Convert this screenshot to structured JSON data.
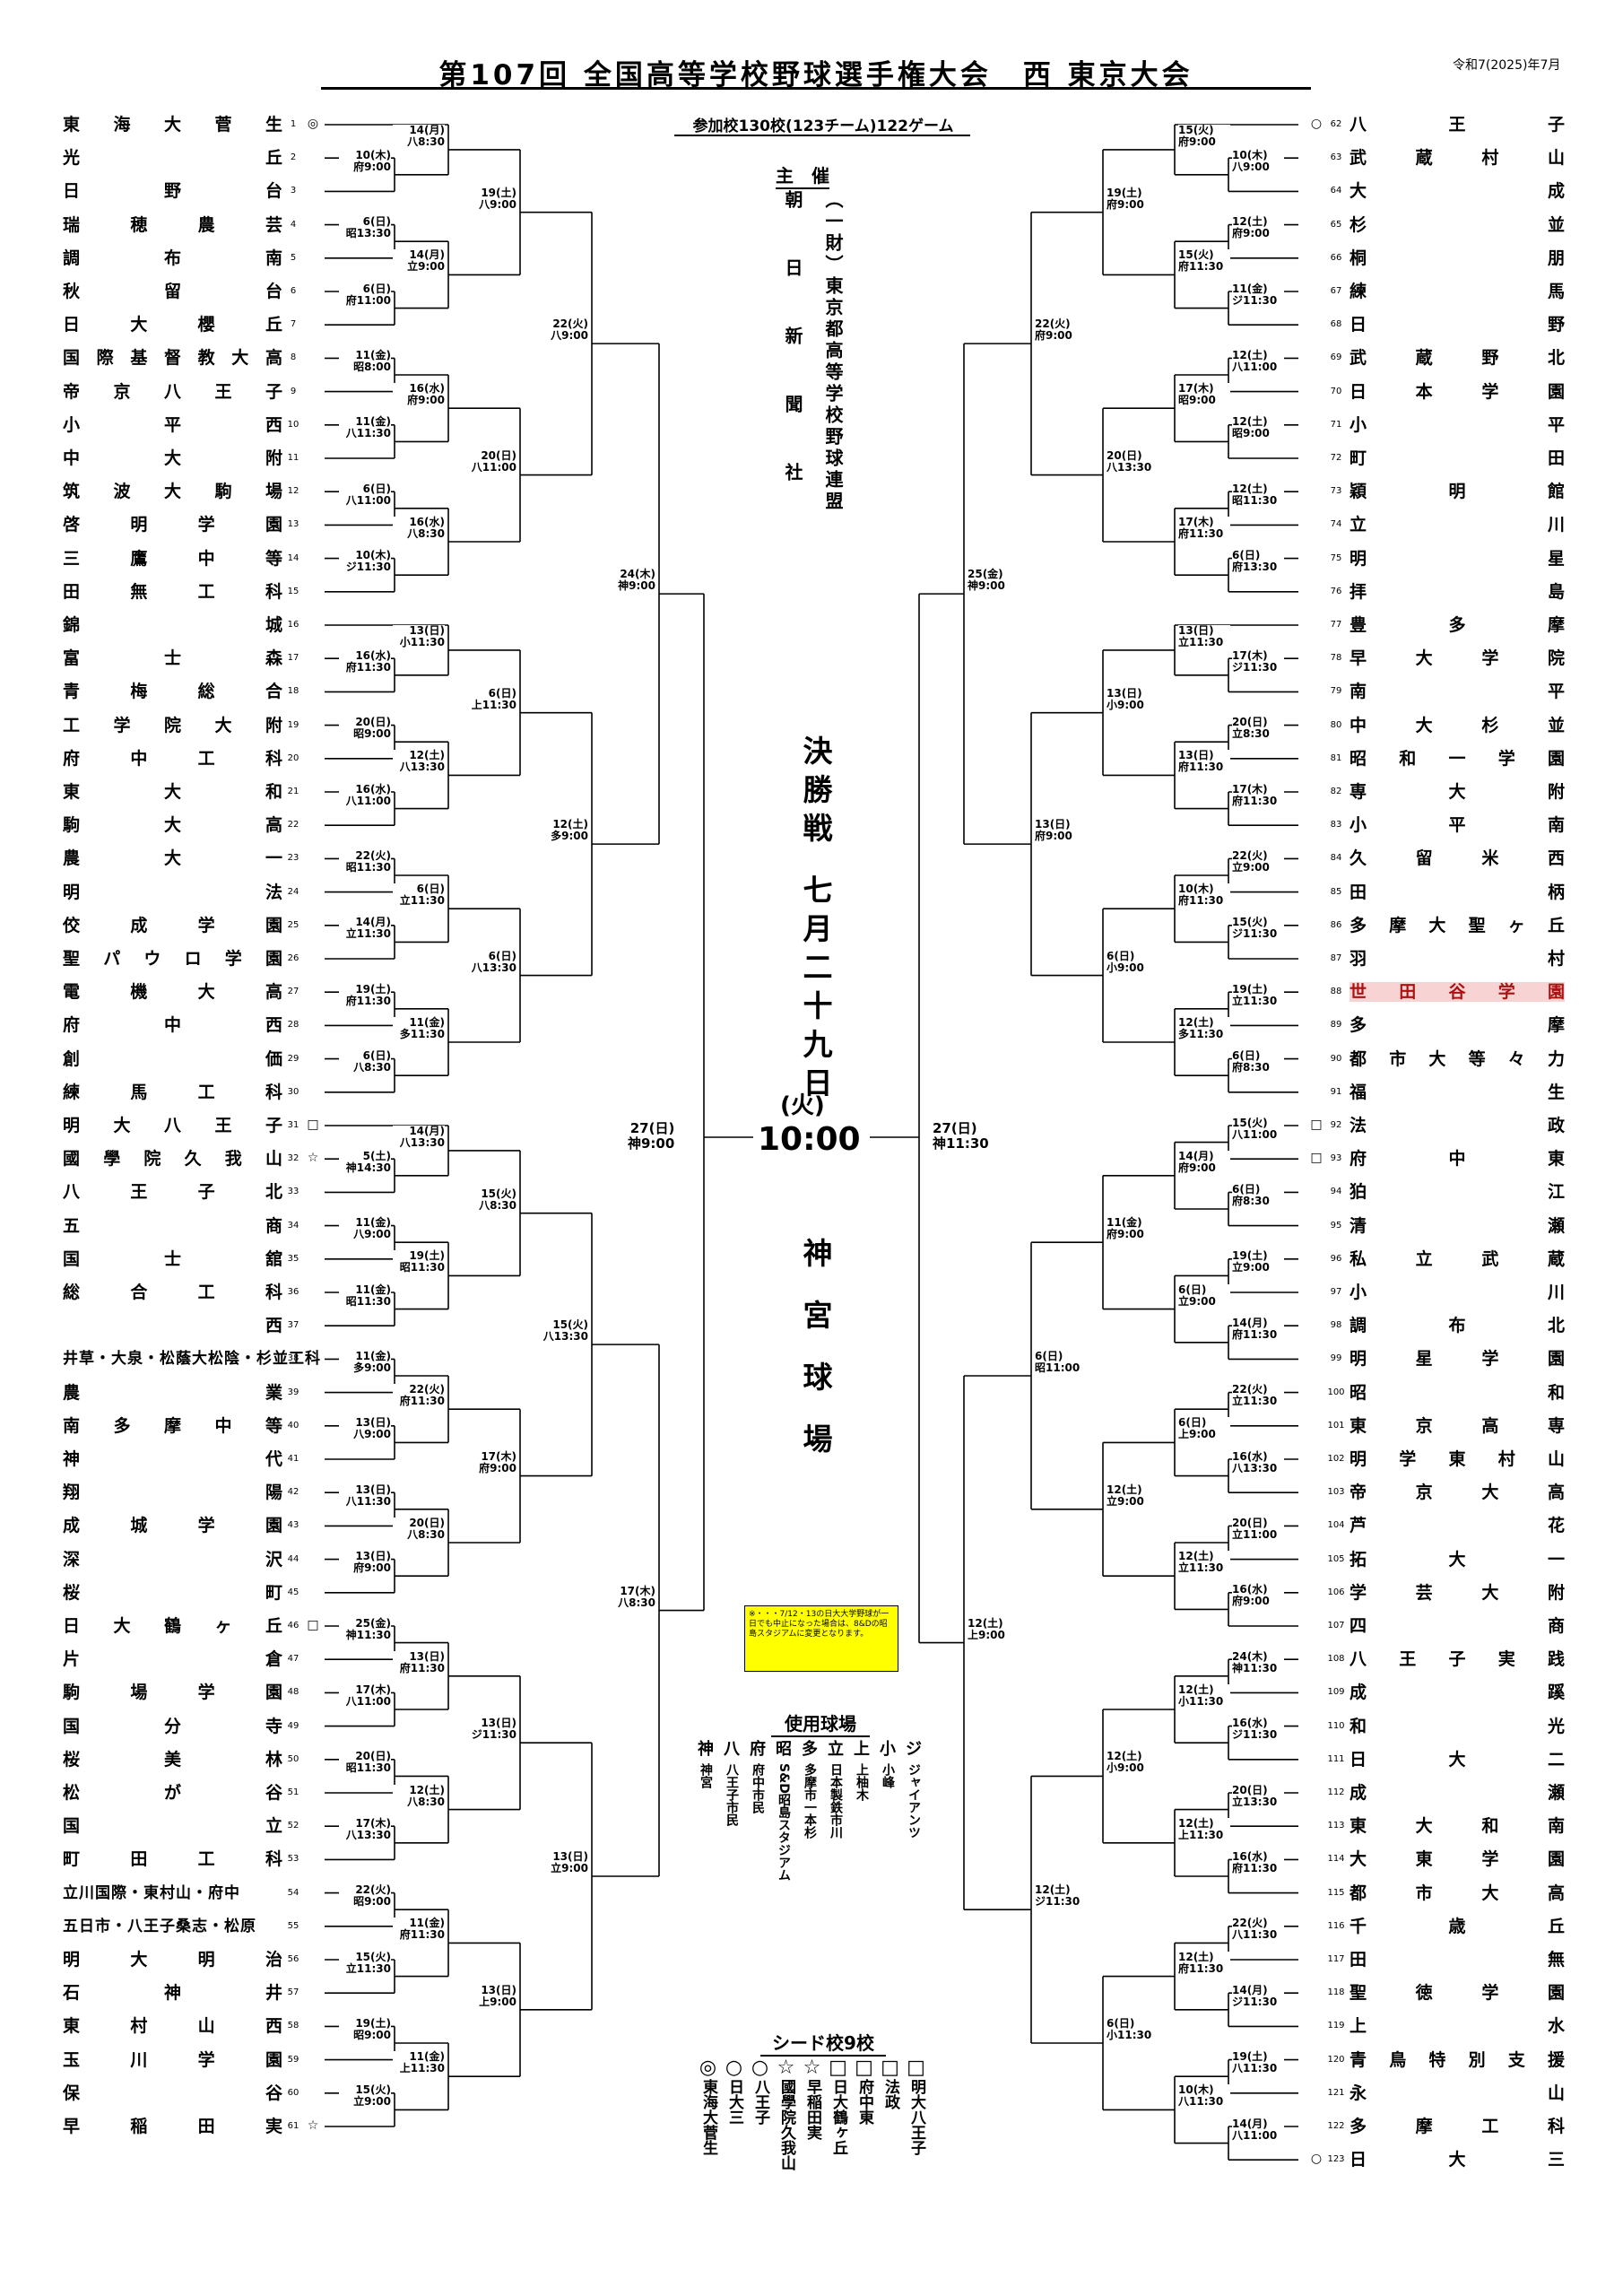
{
  "title": "第107回 全国高等学校野球選手権大会　西 東京大会",
  "date_issued": "令和7(2025)年7月",
  "participants": "参加校130校(123チーム)122ゲーム",
  "organizer": {
    "heading": "主　催",
    "col1": "朝　日　新　聞　社",
    "col2": "（一財）東京都高等学校野球連盟"
  },
  "final": {
    "label": "決勝戦",
    "date": "七月二十九日",
    "dow": "(火)",
    "time": "10:00",
    "venue": "神宮球場",
    "left_label": "27(日)\n神9:00",
    "right_label": "27(日)\n神11:30"
  },
  "note": "※・・・7/12・13の日大大学野球が一日でも中止になった場合は、8&Dの昭島スタジアムに変更となります。",
  "venues_title": "使用球場",
  "venues": [
    {
      "abbr": "神",
      "name": "神宮"
    },
    {
      "abbr": "八",
      "name": "八王子市民"
    },
    {
      "abbr": "府",
      "name": "府中市民"
    },
    {
      "abbr": "昭",
      "name": "S&D昭島スタジアム"
    },
    {
      "abbr": "多",
      "name": "多摩市一本杉"
    },
    {
      "abbr": "立",
      "name": "日本製鉄市川"
    },
    {
      "abbr": "上",
      "name": "上柚木"
    },
    {
      "abbr": "小",
      "name": "小峰"
    },
    {
      "abbr": "ジ",
      "name": "ジャイアンツ"
    }
  ],
  "seeds_title": "シード校9校",
  "seeds": [
    {
      "mark": "◎",
      "name": "東海大菅生"
    },
    {
      "mark": "○",
      "name": "日大三"
    },
    {
      "mark": "○",
      "name": "八王子"
    },
    {
      "mark": "☆",
      "name": "國學院久我山"
    },
    {
      "mark": "☆",
      "name": "早稲田実"
    },
    {
      "mark": "□",
      "name": "日大鶴ヶ丘"
    },
    {
      "mark": "□",
      "name": "府中東"
    },
    {
      "mark": "□",
      "name": "法政"
    },
    {
      "mark": "□",
      "name": "明大八王子"
    }
  ],
  "left_teams": [
    {
      "n": "1",
      "name": "東海大菅生",
      "mark": "◎"
    },
    {
      "n": "2",
      "name": "光丘"
    },
    {
      "n": "3",
      "name": "日野台"
    },
    {
      "n": "4",
      "name": "瑞穂農芸"
    },
    {
      "n": "5",
      "name": "調布南"
    },
    {
      "n": "6",
      "name": "秋留台"
    },
    {
      "n": "7",
      "name": "日大櫻丘"
    },
    {
      "n": "8",
      "name": "国際基督教大高"
    },
    {
      "n": "9",
      "name": "帝京八王子"
    },
    {
      "n": "10",
      "name": "小平西"
    },
    {
      "n": "11",
      "name": "中大附"
    },
    {
      "n": "12",
      "name": "筑波大駒場"
    },
    {
      "n": "13",
      "name": "啓明学園"
    },
    {
      "n": "14",
      "name": "三鷹中等"
    },
    {
      "n": "15",
      "name": "田無工科"
    },
    {
      "n": "16",
      "name": "錦城"
    },
    {
      "n": "17",
      "name": "富士森"
    },
    {
      "n": "18",
      "name": "青梅総合"
    },
    {
      "n": "19",
      "name": "工学院大附"
    },
    {
      "n": "20",
      "name": "府中工科"
    },
    {
      "n": "21",
      "name": "東大和"
    },
    {
      "n": "22",
      "name": "駒大高"
    },
    {
      "n": "23",
      "name": "農大一"
    },
    {
      "n": "24",
      "name": "明法"
    },
    {
      "n": "25",
      "name": "佼成学園"
    },
    {
      "n": "26",
      "name": "聖パウロ学園"
    },
    {
      "n": "27",
      "name": "電機大高"
    },
    {
      "n": "28",
      "name": "府中西"
    },
    {
      "n": "29",
      "name": "創価"
    },
    {
      "n": "30",
      "name": "練馬工科"
    },
    {
      "n": "31",
      "name": "明大八王子",
      "mark": "□"
    },
    {
      "n": "32",
      "name": "國學院久我山",
      "mark": "☆"
    },
    {
      "n": "33",
      "name": "八王子北"
    },
    {
      "n": "34",
      "name": "五商"
    },
    {
      "n": "35",
      "name": "国士舘"
    },
    {
      "n": "36",
      "name": "総合工科"
    },
    {
      "n": "37",
      "name": "西"
    },
    {
      "n": "38",
      "name": "井草・大泉・松蔭大松陰・杉並工科"
    },
    {
      "n": "39",
      "name": "農業"
    },
    {
      "n": "40",
      "name": "南多摩中等"
    },
    {
      "n": "41",
      "name": "神代"
    },
    {
      "n": "42",
      "name": "翔陽"
    },
    {
      "n": "43",
      "name": "成城学園"
    },
    {
      "n": "44",
      "name": "深沢"
    },
    {
      "n": "45",
      "name": "桜町"
    },
    {
      "n": "46",
      "name": "日大鶴ヶ丘",
      "mark": "□"
    },
    {
      "n": "47",
      "name": "片倉"
    },
    {
      "n": "48",
      "name": "駒場学園"
    },
    {
      "n": "49",
      "name": "国分寺"
    },
    {
      "n": "50",
      "name": "桜美林"
    },
    {
      "n": "51",
      "name": "松が谷"
    },
    {
      "n": "52",
      "name": "国立"
    },
    {
      "n": "53",
      "name": "町田工科"
    },
    {
      "n": "54",
      "name": "立川国際・東村山・府中"
    },
    {
      "n": "55",
      "name": "五日市・八王子桑志・松原"
    },
    {
      "n": "56",
      "name": "明大明治"
    },
    {
      "n": "57",
      "name": "石神井"
    },
    {
      "n": "58",
      "name": "東村山西"
    },
    {
      "n": "59",
      "name": "玉川学園"
    },
    {
      "n": "60",
      "name": "保谷"
    },
    {
      "n": "61",
      "name": "早稲田実",
      "mark": "☆"
    }
  ],
  "right_teams": [
    {
      "n": "62",
      "name": "八王子",
      "mark": "○"
    },
    {
      "n": "63",
      "name": "武蔵村山"
    },
    {
      "n": "64",
      "name": "大成"
    },
    {
      "n": "65",
      "name": "杉並"
    },
    {
      "n": "66",
      "name": "桐朋"
    },
    {
      "n": "67",
      "name": "練馬"
    },
    {
      "n": "68",
      "name": "日野"
    },
    {
      "n": "69",
      "name": "武蔵野北"
    },
    {
      "n": "70",
      "name": "日本学園"
    },
    {
      "n": "71",
      "name": "小平"
    },
    {
      "n": "72",
      "name": "町田"
    },
    {
      "n": "73",
      "name": "穎明館"
    },
    {
      "n": "74",
      "name": "立川"
    },
    {
      "n": "75",
      "name": "明星"
    },
    {
      "n": "76",
      "name": "拝島"
    },
    {
      "n": "77",
      "name": "豊多摩"
    },
    {
      "n": "78",
      "name": "早大学院"
    },
    {
      "n": "79",
      "name": "南平"
    },
    {
      "n": "80",
      "name": "中大杉並"
    },
    {
      "n": "81",
      "name": "昭和一学園"
    },
    {
      "n": "82",
      "name": "専大附"
    },
    {
      "n": "83",
      "name": "小平南"
    },
    {
      "n": "84",
      "name": "久留米西"
    },
    {
      "n": "85",
      "name": "田柄"
    },
    {
      "n": "86",
      "name": "多摩大聖ヶ丘"
    },
    {
      "n": "87",
      "name": "羽村"
    },
    {
      "n": "88",
      "name": "世田谷学園",
      "hl": true
    },
    {
      "n": "89",
      "name": "多摩"
    },
    {
      "n": "90",
      "name": "都市大等々力"
    },
    {
      "n": "91",
      "name": "福生"
    },
    {
      "n": "92",
      "name": "法政",
      "mark": "□"
    },
    {
      "n": "93",
      "name": "府中東",
      "mark": "□"
    },
    {
      "n": "94",
      "name": "狛江"
    },
    {
      "n": "95",
      "name": "清瀬"
    },
    {
      "n": "96",
      "name": "私立武蔵"
    },
    {
      "n": "97",
      "name": "小川"
    },
    {
      "n": "98",
      "name": "調布北"
    },
    {
      "n": "99",
      "name": "明星学園"
    },
    {
      "n": "100",
      "name": "昭和"
    },
    {
      "n": "101",
      "name": "東京高専"
    },
    {
      "n": "102",
      "name": "明学東村山"
    },
    {
      "n": "103",
      "name": "帝京大高"
    },
    {
      "n": "104",
      "name": "芦花"
    },
    {
      "n": "105",
      "name": "拓大一"
    },
    {
      "n": "106",
      "name": "学芸大附"
    },
    {
      "n": "107",
      "name": "四商"
    },
    {
      "n": "108",
      "name": "八王子実践"
    },
    {
      "n": "109",
      "name": "成蹊"
    },
    {
      "n": "110",
      "name": "和光"
    },
    {
      "n": "111",
      "name": "日大二"
    },
    {
      "n": "112",
      "name": "成瀬"
    },
    {
      "n": "113",
      "name": "東大和南"
    },
    {
      "n": "114",
      "name": "大東学園"
    },
    {
      "n": "115",
      "name": "都市大高"
    },
    {
      "n": "116",
      "name": "千歳丘"
    },
    {
      "n": "117",
      "name": "田無"
    },
    {
      "n": "118",
      "name": "聖徳学園"
    },
    {
      "n": "119",
      "name": "上水"
    },
    {
      "n": "120",
      "name": "青鳥特別支援"
    },
    {
      "n": "121",
      "name": "永山"
    },
    {
      "n": "122",
      "name": "多摩工科"
    },
    {
      "n": "123",
      "name": "日大三",
      "mark": "○"
    }
  ],
  "left_labels": [
    "14(月)\n八8:30",
    "10(木)\n府9:00",
    "19(土)\n八9:00",
    "6(日)\n昭13:30",
    "14(月)\n立9:00",
    "6(日)\n府11:00",
    "22(火)\n八9:00",
    "11(金)\n昭8:00",
    "16(水)\n府9:00",
    "11(金)\n八11:30",
    "20(日)\n八11:00",
    "6(日)\n八11:00",
    "16(水)\n八8:30",
    "10(木)\nジ11:30",
    "24(木)\n神9:00",
    "13(日)\n小11:30",
    "16(水)\n府11:30",
    "6(日)\n上11:30",
    "20(日)\n昭9:00",
    "12(土)\n八13:30",
    "16(水)\n八11:00",
    "12(土)\n多9:00",
    "22(火)\n昭11:30",
    "6(日)\n立11:30",
    "14(月)\n立11:30",
    "6(日)\n八13:30",
    "19(土)\n府11:30",
    "11(金)\n多11:30",
    "6(日)\n八8:30",
    "14(月)\n八13:30",
    "5(土)\n神14:30",
    "15(火)\n八8:30",
    "11(金)\n八9:00",
    "19(土)\n昭11:30",
    "11(金)\n昭11:30",
    "15(火)\n八13:30",
    "11(金)\n多9:00",
    "22(火)\n府11:30",
    "13(日)\n八9:00",
    "17(木)\n府9:00",
    "13(日)\n八11:30",
    "20(日)\n八8:30",
    "13(日)\n府9:00",
    "17(木)\n八8:30",
    "25(金)\n神11:30",
    "13(日)\n府11:30",
    "17(木)\n八11:00",
    "13(日)\nジ11:30",
    "20(日)\n昭11:30",
    "12(土)\n八8:30",
    "17(木)\n八13:30",
    "13(日)\n立9:00",
    "22(火)\n昭9:00",
    "11(金)\n府11:30",
    "15(火)\n立11:30",
    "13(日)\n上9:00",
    "19(土)\n昭9:00",
    "11(金)\n上11:30",
    "15(火)\n立9:00"
  ],
  "right_labels": [
    "15(火)\n府9:00",
    "10(木)\n八9:00",
    "19(土)\n府9:00",
    "12(土)\n府9:00",
    "15(火)\n府11:30",
    "11(金)\nジ11:30",
    "22(火)\n府9:00",
    "12(土)\n八11:00",
    "17(木)\n昭9:00",
    "12(土)\n昭9:00",
    "20(日)\n八13:30",
    "12(土)\n昭11:30",
    "17(木)\n府11:30",
    "6(日)\n府13:30",
    "25(金)\n神9:00",
    "13(日)\n立11:30",
    "17(木)\nジ11:30",
    "13(日)\n小9:00",
    "20(日)\n立8:30",
    "13(日)\n府11:30",
    "17(木)\n府11:30",
    "13(日)\n府9:00",
    "22(火)\n立9:00",
    "10(木)\n府11:30",
    "15(火)\nジ11:30",
    "6(日)\n小9:00",
    "19(土)\n立11:30",
    "12(土)\n多11:30",
    "6(日)\n府8:30",
    "15(火)\n八11:00",
    "14(月)\n府9:00",
    "6(日)\n府8:30",
    "11(金)\n府9:00",
    "19(土)\n立9:00",
    "6(日)\n立9:00",
    "14(月)\n府11:30",
    "6(日)\n昭11:00",
    "22(火)\n立11:30",
    "6(日)\n上9:00",
    "16(水)\n八13:30",
    "12(土)\n立9:00",
    "20(日)\n立11:00",
    "12(土)\n立11:30",
    "16(水)\n府9:00",
    "12(土)\n上9:00",
    "24(木)\n神11:30",
    "12(土)\n小11:30",
    "16(水)\nジ11:30",
    "12(土)\n小9:00",
    "20(日)\n立13:30",
    "12(土)\n上11:30",
    "16(水)\n府11:30",
    "12(土)\nジ11:30",
    "22(火)\n八11:30",
    "12(土)\n府11:30",
    "14(月)\nジ11:30",
    "6(日)\n小11:30",
    "19(土)\n八11:30",
    "10(木)\n八11:30",
    "14(月)\n八11:00"
  ]
}
